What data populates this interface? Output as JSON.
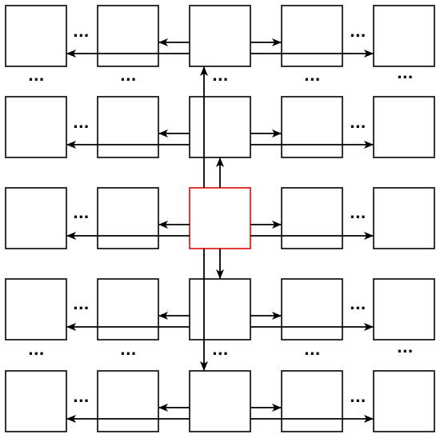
{
  "diagram": {
    "grid_rows": 5,
    "grid_cols": 5,
    "highlighted_cell": {
      "row": 2,
      "col": 2
    },
    "cell_border_color": "#000000",
    "highlight_border_color": "#e53935",
    "arrow_color": "#000000",
    "ellipsis": "..."
  }
}
